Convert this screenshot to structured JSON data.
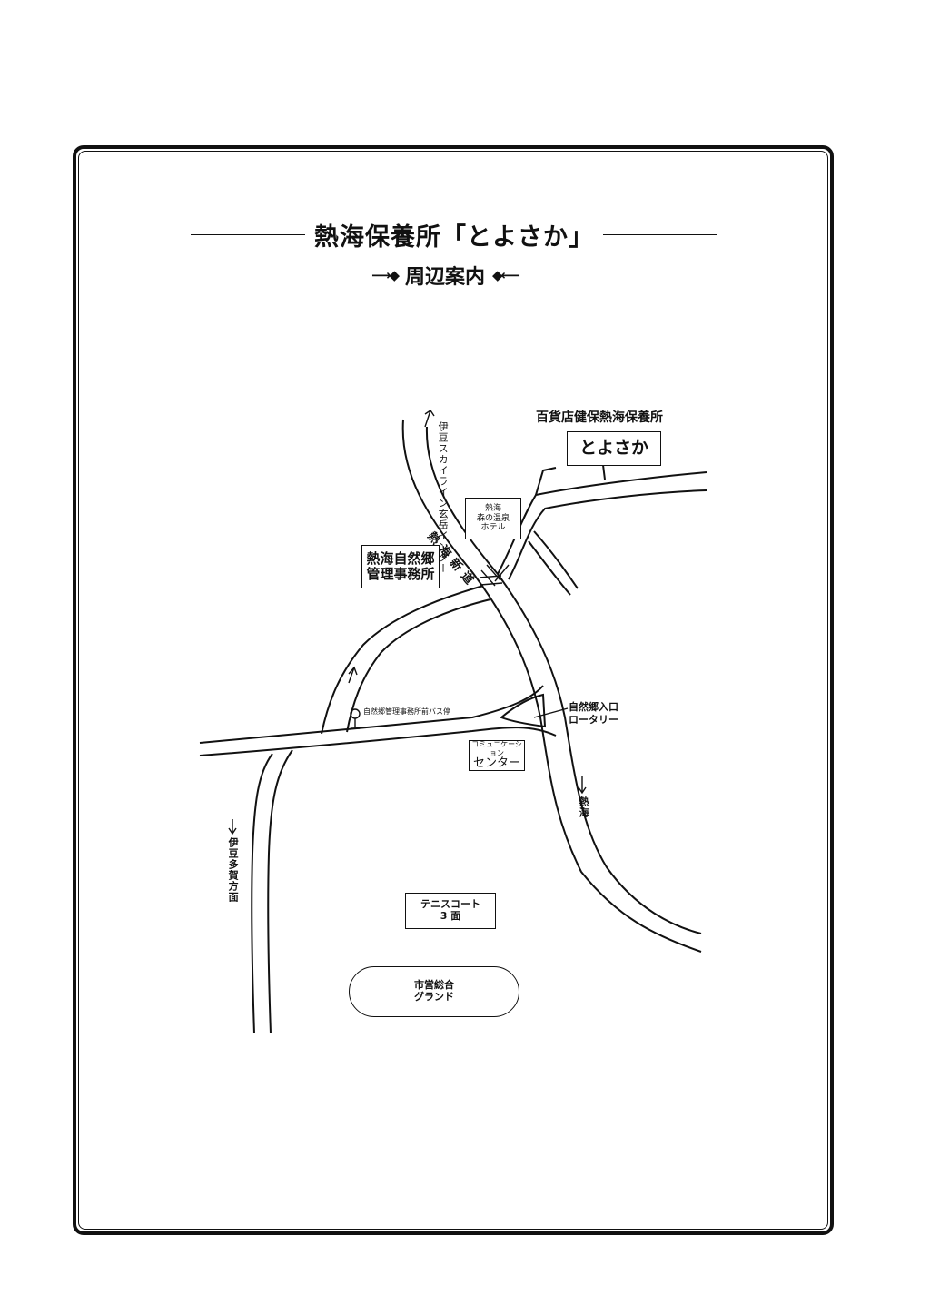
{
  "header": {
    "title": "熱海保養所「とよさか」",
    "subtitle": "周辺案内"
  },
  "map": {
    "facility_caption": "百貨店健保熱海保養所",
    "facility_name": "とよさか",
    "road_route_name": "熱海新道",
    "izu_skyline_label": "伊豆スカイライン玄岳インター",
    "hotel_label_line1": "熱海",
    "hotel_label_line2": "森の温泉",
    "hotel_label_line3": "ホテル",
    "office_label_line1": "熱海自然郷",
    "office_label_line2": "管理事務所",
    "bus_stop_label": "自然郷管理事務所前バス停",
    "rotary_label_line1": "自然郷入口",
    "rotary_label_line2": "ロータリー",
    "community_center_line1": "コミュニケーション",
    "community_center_line2": "センター",
    "atami_direction": "熱海",
    "izu_taga_direction": "伊豆多賀方面",
    "tennis_court_line1": "テニスコート",
    "tennis_court_line2": "3 面",
    "ground_line1": "市営総合",
    "ground_line2": "グランド"
  }
}
